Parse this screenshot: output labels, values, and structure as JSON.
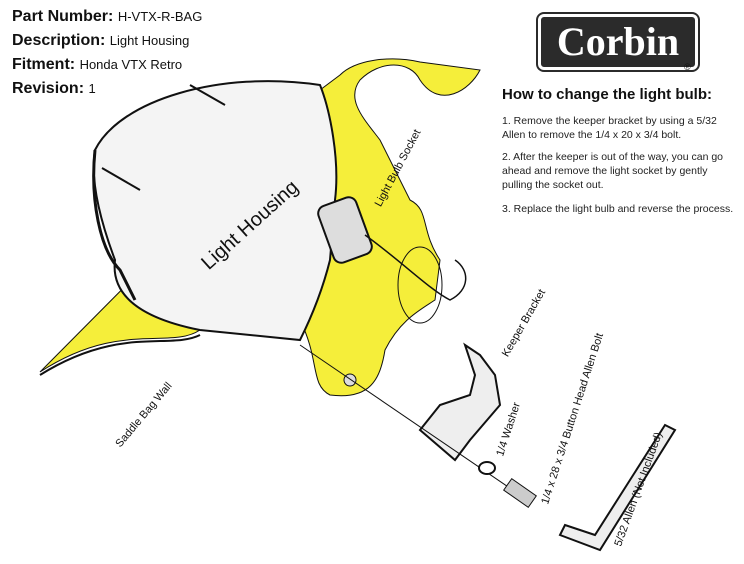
{
  "spec": {
    "part_number_label": "Part Number:",
    "part_number": "H-VTX-R-BAG",
    "description_label": "Description:",
    "description": "Light Housing",
    "fitment_label": "Fitment:",
    "fitment": "Honda VTX Retro",
    "revision_label": "Revision:",
    "revision": "1"
  },
  "logo": {
    "text": "Corbin",
    "reg": "®"
  },
  "instructions": {
    "title": "How to change the light bulb:",
    "steps": [
      "1.  Remove the keeper bracket by using a 5/32 Allen to remove the 1/4 x 20 x 3/4 bolt.",
      "2.  After the keeper is out of the way, you can go ahead and remove the light socket by gently pulling the socket out.",
      "3.  Replace the light bulb and reverse the process."
    ]
  },
  "labels": {
    "light_housing": "Light Housing",
    "light_bulb_socket": "Light Bulb Socket",
    "keeper_bracket": "Keeper Bracket",
    "washer": "1/4 Washer",
    "bolt": "1/4 x 28 x 3/4 Button Head Allen Bolt",
    "allen": "5/32 Allen (Not Included)",
    "saddle_bag_wall": "Saddle Bag Wall"
  },
  "colors": {
    "wall": "#f5ee3a"
  }
}
